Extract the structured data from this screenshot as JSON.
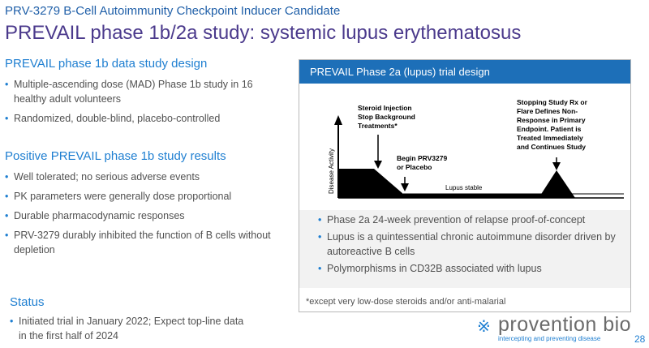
{
  "header": {
    "kicker": "PRV-3279 B-Cell Autoimmunity Checkpoint Inducer Candidate",
    "title": "PREVAIL phase 1b/2a study: systemic lupus erythematosus"
  },
  "design_section": {
    "heading": "PREVAIL phase 1b data study design",
    "bullets": [
      "Multiple-ascending dose (MAD) Phase 1b study in 16 healthy adult volunteers",
      "Randomized, double-blind, placebo-controlled"
    ]
  },
  "results_section": {
    "heading": "Positive PREVAIL phase 1b study results",
    "bullets": [
      "Well tolerated; no serious adverse events",
      "PK parameters were generally dose proportional",
      "Durable pharmacodynamic responses",
      "PRV-3279 durably inhibited the function of B cells without depletion"
    ]
  },
  "status_section": {
    "heading": "Status",
    "bullets": [
      "Initiated trial in January 2022; Expect top-line data in the first half of 2024"
    ]
  },
  "trial_panel": {
    "title": "PREVAIL Phase 2a (lupus) trial design",
    "diagram": {
      "y_axis_label": "Disease Activity",
      "steroid_label_lines": [
        "Steroid Injection",
        "Stop Background",
        "Treatments*"
      ],
      "begin_label_lines": [
        "Begin PRV3279",
        "or Placebo"
      ],
      "stable_label": "Lupus stable",
      "stopping_label_lines": [
        "Stopping Study Rx or",
        "Flare Defines Non-",
        "Response in Primary",
        "Endpoint. Patient is",
        "Treated Immediately",
        "and Continues Study"
      ]
    },
    "bullets": [
      "Phase 2a 24-week prevention of relapse proof-of-concept",
      "Lupus is a quintessential chronic autoimmune disorder driven by autoreactive B cells",
      "Polymorphisms in CD32B associated with lupus"
    ],
    "footnote": "*except very low-dose steroids and/or anti-malarial"
  },
  "logo": {
    "symbol": "※",
    "name": "provention bio",
    "tagline": "intercepting and preventing disease"
  },
  "page_number": "28"
}
